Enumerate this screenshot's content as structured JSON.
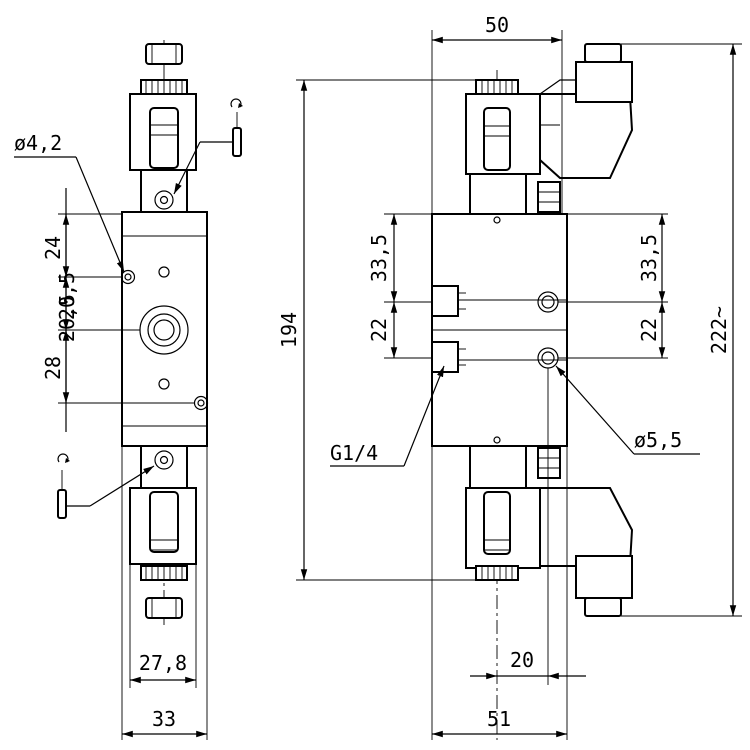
{
  "dimensions": {
    "dia_4_2": "ø4,2",
    "d24": "24",
    "d20_5": "20,5",
    "d20_5_lower": "20,5",
    "d28": "28",
    "d27_8": "27,8",
    "d33": "33",
    "d50": "50",
    "d194": "194",
    "d33_5_left": "33,5",
    "d22_left": "22",
    "d33_5_right": "33,5",
    "d22_right": "22",
    "d222": "222~",
    "g14": "G1/4",
    "dia_5_5": "ø5,5",
    "d20": "20",
    "d51": "51"
  },
  "icons": {
    "manual_override_top": "manual-override-icon",
    "manual_override_bottom": "manual-override-icon"
  }
}
